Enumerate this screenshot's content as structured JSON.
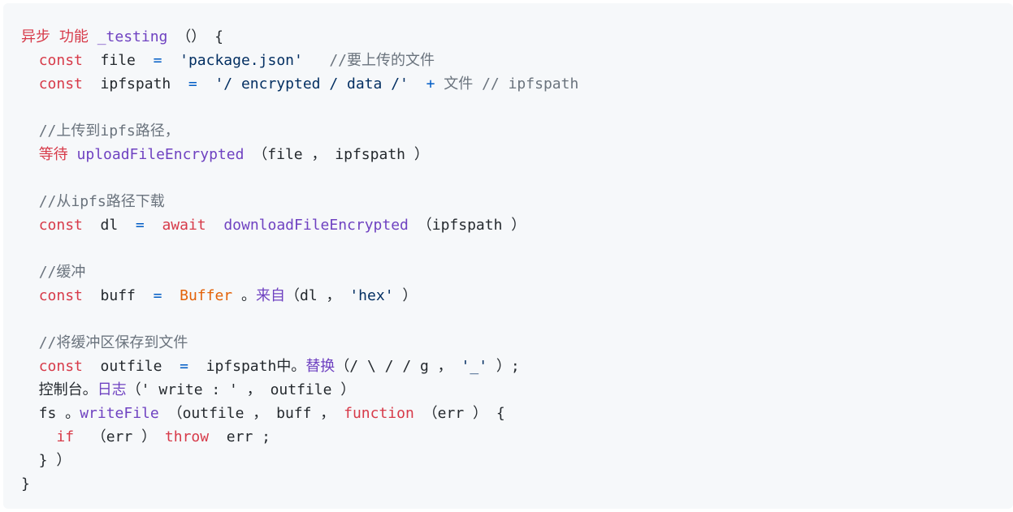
{
  "code": {
    "lines": [
      {
        "tokens": [
          {
            "t": "异步 功能 ",
            "k": "keyword"
          },
          {
            "t": "_testing",
            "k": "function"
          },
          {
            "t": " （） {",
            "k": "plain"
          }
        ]
      },
      {
        "tokens": [
          {
            "t": "  ",
            "k": "plain"
          },
          {
            "t": "const",
            "k": "keyword"
          },
          {
            "t": "  file  ",
            "k": "plain"
          },
          {
            "t": "=",
            "k": "operator"
          },
          {
            "t": "  ",
            "k": "plain"
          },
          {
            "t": "'package.json'",
            "k": "string"
          },
          {
            "t": "   ",
            "k": "plain"
          },
          {
            "t": "//要上传的文件",
            "k": "comment"
          }
        ]
      },
      {
        "tokens": [
          {
            "t": "  ",
            "k": "plain"
          },
          {
            "t": "const",
            "k": "keyword"
          },
          {
            "t": "  ipfspath  ",
            "k": "plain"
          },
          {
            "t": "=",
            "k": "operator"
          },
          {
            "t": "  ",
            "k": "plain"
          },
          {
            "t": "'/ encrypted / data /'",
            "k": "string"
          },
          {
            "t": "  ",
            "k": "plain"
          },
          {
            "t": "+",
            "k": "operator"
          },
          {
            "t": " ",
            "k": "plain"
          },
          {
            "t": "文件 // ipfspath",
            "k": "comment"
          }
        ]
      },
      {
        "tokens": []
      },
      {
        "tokens": [
          {
            "t": "  ",
            "k": "plain"
          },
          {
            "t": "//上传到ipfs路径，",
            "k": "comment"
          }
        ]
      },
      {
        "tokens": [
          {
            "t": "  ",
            "k": "plain"
          },
          {
            "t": "等待",
            "k": "keyword"
          },
          {
            "t": " ",
            "k": "plain"
          },
          {
            "t": "uploadFileEncrypted",
            "k": "function"
          },
          {
            "t": " （file ， ipfspath ）",
            "k": "plain"
          }
        ]
      },
      {
        "tokens": []
      },
      {
        "tokens": [
          {
            "t": "  ",
            "k": "plain"
          },
          {
            "t": "//从ipfs路径下载",
            "k": "comment"
          }
        ]
      },
      {
        "tokens": [
          {
            "t": "  ",
            "k": "plain"
          },
          {
            "t": "const",
            "k": "keyword"
          },
          {
            "t": "  dl  ",
            "k": "plain"
          },
          {
            "t": "=",
            "k": "operator"
          },
          {
            "t": "  ",
            "k": "plain"
          },
          {
            "t": "await",
            "k": "keyword"
          },
          {
            "t": "  ",
            "k": "plain"
          },
          {
            "t": "downloadFileEncrypted",
            "k": "function"
          },
          {
            "t": " （ipfspath ）",
            "k": "plain"
          }
        ]
      },
      {
        "tokens": []
      },
      {
        "tokens": [
          {
            "t": "  ",
            "k": "plain"
          },
          {
            "t": "//缓冲",
            "k": "comment"
          }
        ]
      },
      {
        "tokens": [
          {
            "t": "  ",
            "k": "plain"
          },
          {
            "t": "const",
            "k": "keyword"
          },
          {
            "t": "  buff  ",
            "k": "plain"
          },
          {
            "t": "=",
            "k": "operator"
          },
          {
            "t": "  ",
            "k": "plain"
          },
          {
            "t": "Buffer",
            "k": "builtin"
          },
          {
            "t": " 。",
            "k": "plain"
          },
          {
            "t": "来自",
            "k": "function"
          },
          {
            "t": "（dl ， ",
            "k": "plain"
          },
          {
            "t": "'hex'",
            "k": "string"
          },
          {
            "t": " ）",
            "k": "plain"
          }
        ]
      },
      {
        "tokens": []
      },
      {
        "tokens": [
          {
            "t": "  ",
            "k": "plain"
          },
          {
            "t": "//将缓冲区保存到文件",
            "k": "comment"
          }
        ]
      },
      {
        "tokens": [
          {
            "t": "  ",
            "k": "plain"
          },
          {
            "t": "const",
            "k": "keyword"
          },
          {
            "t": "  outfile  ",
            "k": "plain"
          },
          {
            "t": "=",
            "k": "operator"
          },
          {
            "t": "  ipfspath",
            "k": "plain"
          },
          {
            "t": "中。",
            "k": "plain"
          },
          {
            "t": "替换",
            "k": "function"
          },
          {
            "t": "（/ \\ / / g ， ",
            "k": "plain"
          },
          {
            "t": "'_'",
            "k": "string"
          },
          {
            "t": " ）;",
            "k": "plain"
          }
        ]
      },
      {
        "tokens": [
          {
            "t": "  控制台。",
            "k": "plain"
          },
          {
            "t": "日志",
            "k": "function"
          },
          {
            "t": "（' write : ' ， outfile ）",
            "k": "plain"
          }
        ]
      },
      {
        "tokens": [
          {
            "t": "  fs 。",
            "k": "plain"
          },
          {
            "t": "writeFile",
            "k": "function"
          },
          {
            "t": " （outfile ， buff ， ",
            "k": "plain"
          },
          {
            "t": "function",
            "k": "keyword"
          },
          {
            "t": " （err ） {",
            "k": "plain"
          }
        ]
      },
      {
        "tokens": [
          {
            "t": "    ",
            "k": "plain"
          },
          {
            "t": "if",
            "k": "keyword"
          },
          {
            "t": "  （err ） ",
            "k": "plain"
          },
          {
            "t": "throw",
            "k": "keyword"
          },
          {
            "t": "  err ;",
            "k": "plain"
          }
        ]
      },
      {
        "tokens": [
          {
            "t": "  } ）",
            "k": "plain"
          }
        ]
      },
      {
        "tokens": [
          {
            "t": "}",
            "k": "plain"
          }
        ]
      }
    ]
  }
}
